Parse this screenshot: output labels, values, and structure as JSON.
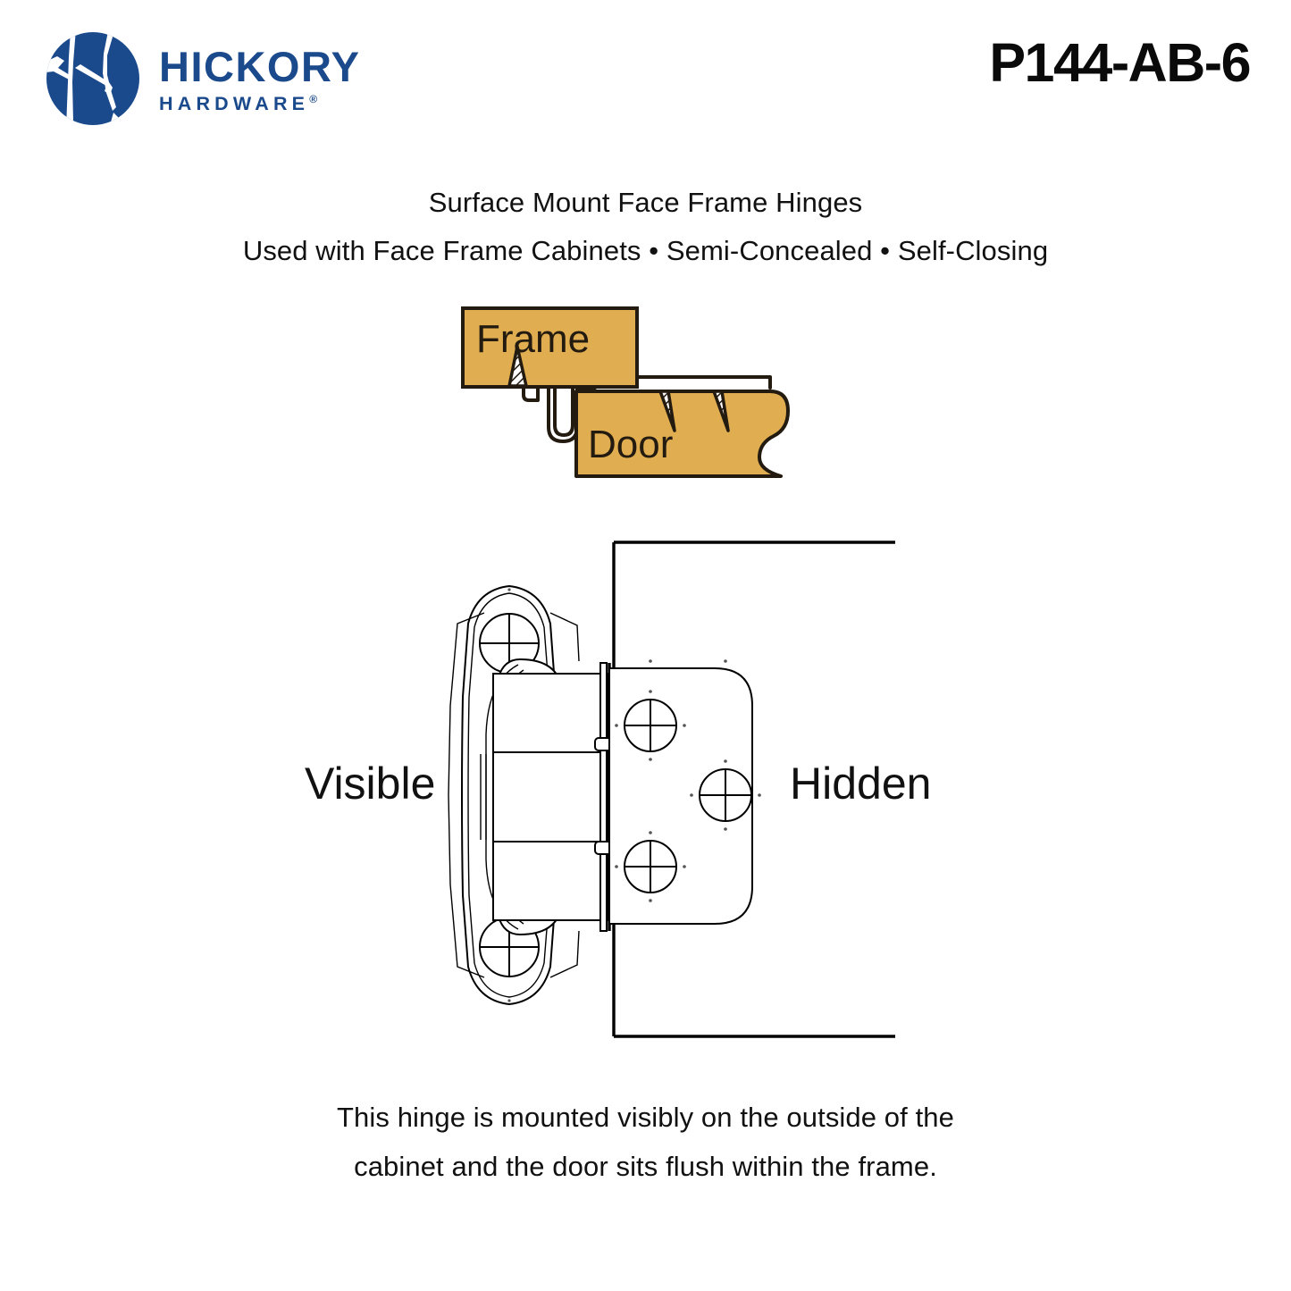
{
  "header": {
    "brand_name_line1": "HICKORY",
    "brand_name_line2": "HARDWARE",
    "brand_registered_mark": "®",
    "brand_color": "#1b4a8c",
    "logo_icon": "hickory-circle-logo-icon",
    "sku": "P144-AB-6"
  },
  "subtitles": {
    "line1": "Surface Mount Face Frame Hinges",
    "line2": "Used with Face Frame Cabinets • Semi-Concealed • Self-Closing"
  },
  "cross_section": {
    "frame_label": "Frame",
    "door_label": "Door",
    "wood_fill_color": "#e0ae50",
    "wood_stroke_color": "#231a10"
  },
  "hinge_diagram": {
    "visible_label": "Visible",
    "hidden_label": "Hidden",
    "line_color": "#000000",
    "fill_color": "#ffffff"
  },
  "caption": {
    "line1": "This hinge is mounted visibly on the outside of the",
    "line2": "cabinet and the door sits flush within the frame."
  }
}
